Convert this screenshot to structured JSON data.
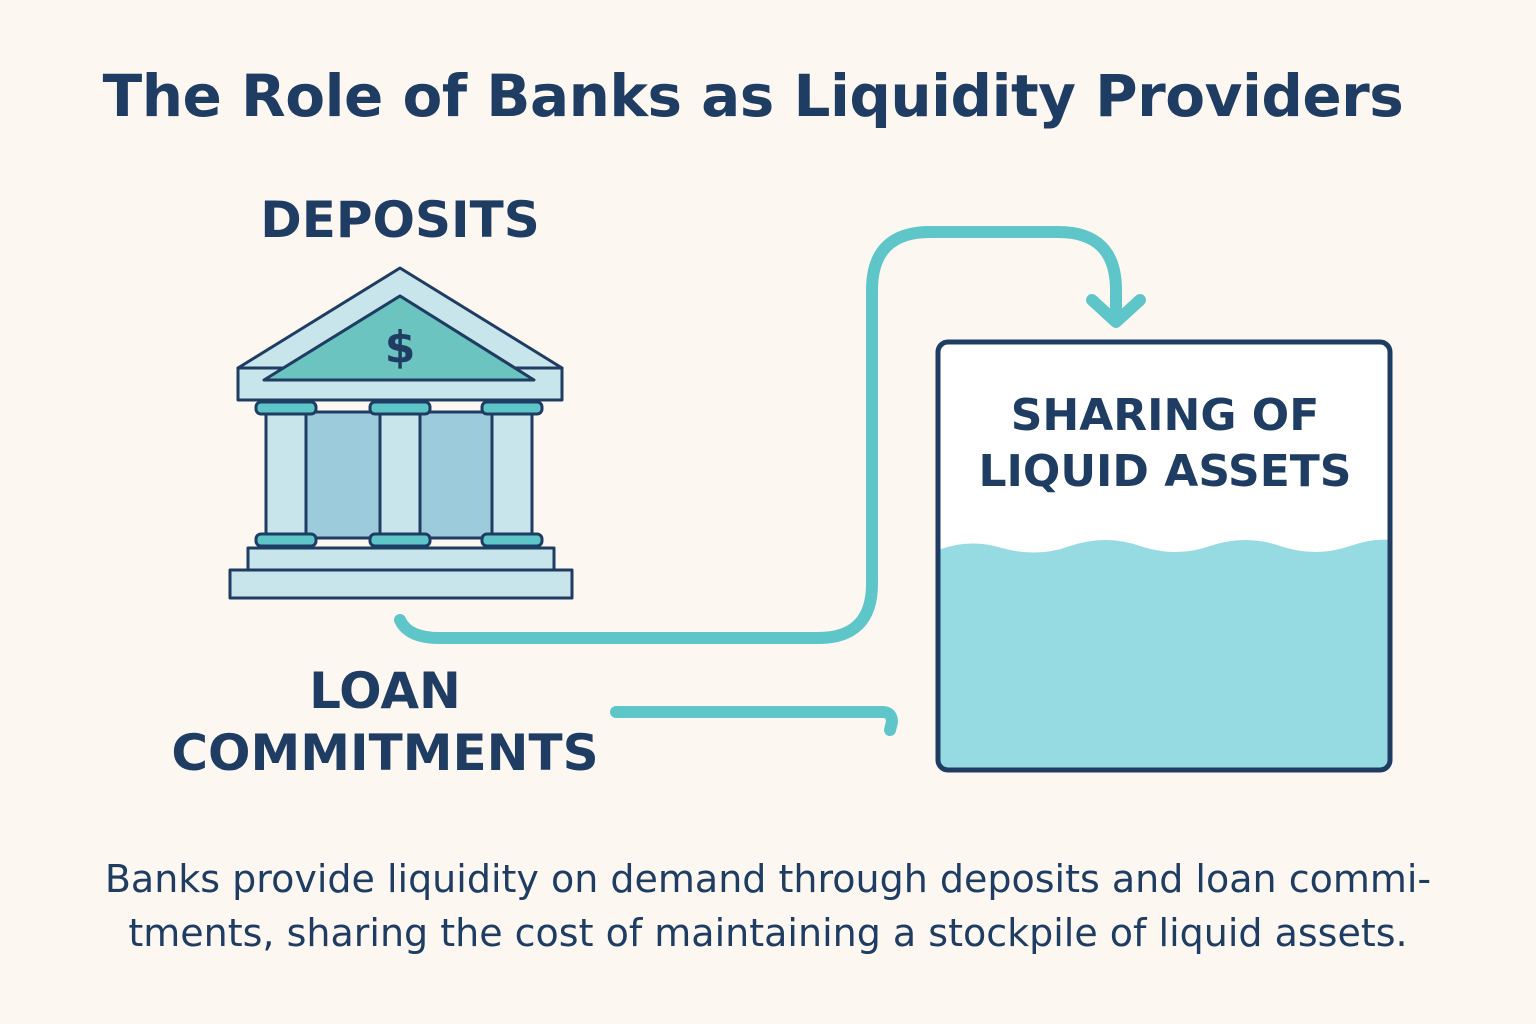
{
  "title": "The Role of Banks as Liquidity Providers",
  "deposits_label": "DEPOSITS",
  "bank_icon": {
    "name": "bank-building-icon",
    "symbol": "$"
  },
  "loan_label": {
    "line1": "LOAN",
    "line2": "COMMITMENTS"
  },
  "pool": {
    "line1": "SHARING OF",
    "line2": "LIQUID ASSETS",
    "icon": "water-tank-icon"
  },
  "caption": {
    "line1": "Banks provide liquidity on demand through deposits and loan commi-",
    "line2": "tments, sharing the cost of maintaining a stockpile of liquid assets."
  },
  "colors": {
    "background": "#fcf7f0",
    "text": "#1f3d63",
    "accent": "#5ec6c9",
    "water": "#97dbe2",
    "bank_light": "#c7e5ea",
    "bank_mid": "#9ccbdb",
    "pediment": "#6cc4c0"
  }
}
